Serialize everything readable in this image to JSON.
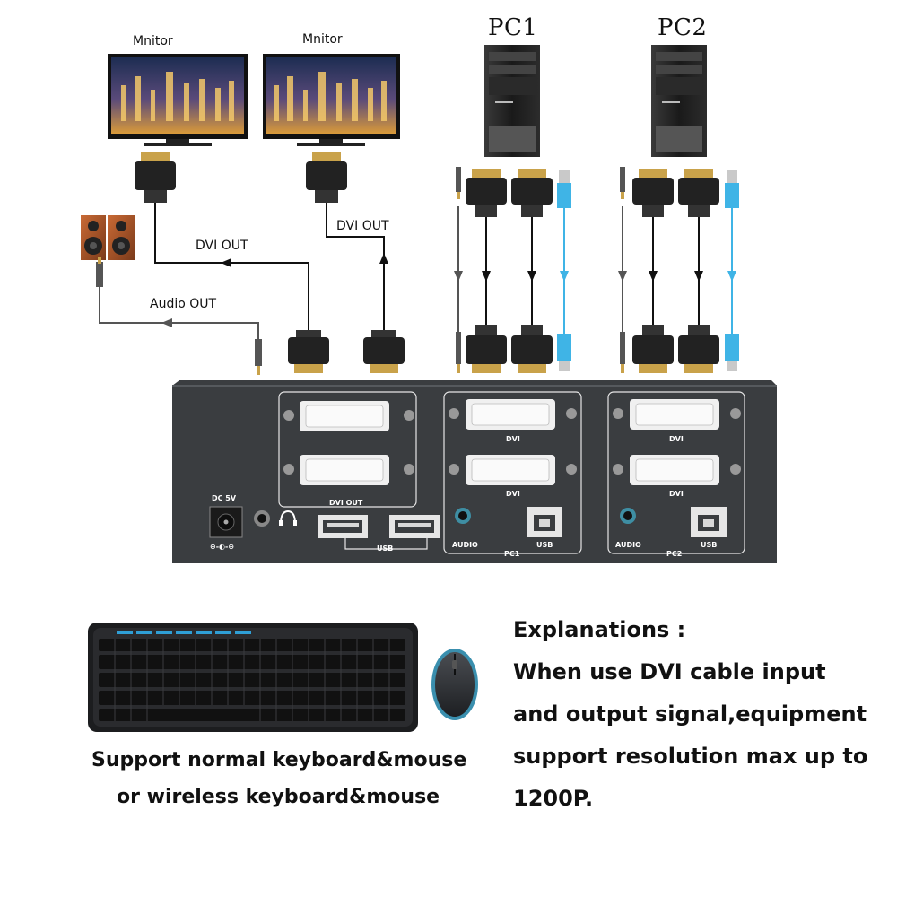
{
  "devices": {
    "monitor1": {
      "label": "Mnitor"
    },
    "monitor2": {
      "label": "Mnitor"
    },
    "pc1": {
      "label": "PC1"
    },
    "pc2": {
      "label": "PC2"
    }
  },
  "connections": {
    "dvi_out_1": "DVI OUT",
    "dvi_out_2": "DVI OUT",
    "audio_out": "Audio OUT"
  },
  "kvm_panel": {
    "power_label": "DC 5V",
    "power_polarity": "⊕-◐-⊖",
    "dvi_out_group": "DVI OUT",
    "usb_group": "USB",
    "pc1": {
      "dvi_top": "DVI",
      "dvi_bottom": "DVI",
      "audio": "AUDIO",
      "usb": "USB",
      "group": "PC1"
    },
    "pc2": {
      "dvi_top": "DVI",
      "dvi_bottom": "DVI",
      "audio": "AUDIO",
      "usb": "USB",
      "group": "PC2"
    }
  },
  "captions": {
    "support_line1": "Support normal keyboard&mouse",
    "support_line2": "or wireless keyboard&mouse"
  },
  "explanations": {
    "title": "Explanations :",
    "line1": "When use DVI cable input",
    "line2": "and output signal,equipment",
    "line3": "support resolution max up to",
    "line4": "1200P."
  },
  "colors": {
    "panel": "#3a3d40",
    "cable_black": "#111111",
    "cable_gray": "#555555",
    "usb_cable": "#3fb4e6",
    "connector_gold": "#c9a24a"
  }
}
